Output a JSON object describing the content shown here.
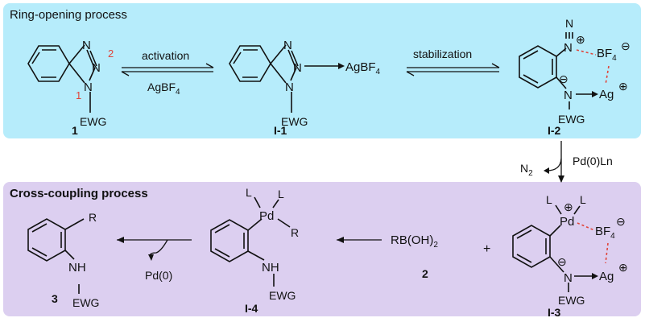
{
  "sections": {
    "top_title": "Ring-opening process",
    "bottom_title": "Cross-coupling process"
  },
  "labels": {
    "c1": "1",
    "cI1": "I-1",
    "cI2": "I-2",
    "c2": "2",
    "c3": "3",
    "cI3": "I-3",
    "cI4": "I-4"
  },
  "reagents": {
    "activation": "activation",
    "agbf4_below": "AgBF",
    "agbf4_sub": "4",
    "stabilization": "stabilization",
    "n2_base": "N",
    "n2_sub": "2",
    "pd0ln": "Pd(0)Ln",
    "pd0": "Pd(0)",
    "rboh_base": "RB(OH)",
    "rboh_sub": "2",
    "plus": "+"
  },
  "atoms": {
    "N": "N",
    "EWG": "EWG",
    "Ag": "Ag",
    "B": "BF",
    "B_sub": "4",
    "Pd": "Pd",
    "L": "L",
    "R": "R",
    "NH": "NH",
    "num1": "1",
    "num2": "2",
    "ag_complex": "AgBF",
    "ag_complex_sub": "4",
    "plus_charge": "⊕",
    "minus_charge": "⊖"
  }
}
